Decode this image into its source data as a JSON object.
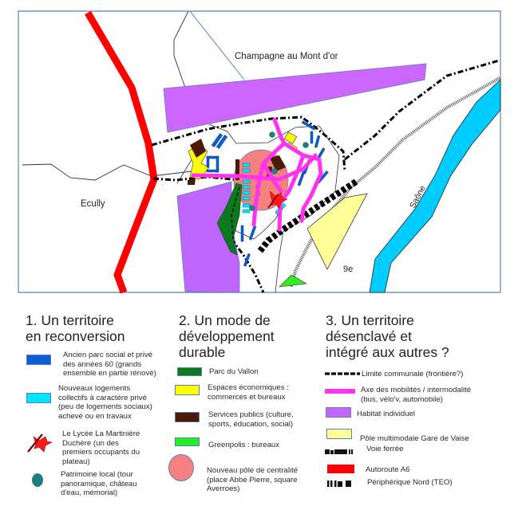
{
  "map": {
    "place_labels": {
      "champagne": "Champagne au Mont d'or",
      "ecully": "Ecully",
      "saone": "Saône",
      "arrondissement": "9e"
    }
  },
  "legend": {
    "section1": {
      "title_line1": "1. Un territoire",
      "title_line2": "en reconversion",
      "items": [
        {
          "symbol": "dark-blue-rect",
          "color": "#0b5ed7",
          "label_lines": [
            "Ancien parc social et privé",
            "des années 60 (grands",
            "ensemble en partie rénové)"
          ]
        },
        {
          "symbol": "cyan-rect",
          "color": "#00e5ff",
          "label_lines": [
            "Nouveaux logements",
            "collectifs à caractère privé",
            "(peu de logements sociaux)",
            "achevé ou en travaux"
          ]
        },
        {
          "symbol": "red-splat-icon",
          "color": "#ff1a1a",
          "label_lines": [
            "Le Lycée  La Martinière",
            "Duchère (un des",
            "premiers occupants du",
            "plateau)"
          ]
        },
        {
          "symbol": "teal-dot",
          "color": "#1f7f7f",
          "label_lines": [
            "Patrimoine local (tour",
            "panoramique, château",
            "d'eau, mémorial)"
          ]
        }
      ]
    },
    "section2": {
      "title_line1": "2. Un mode de",
      "title_line2": "développement",
      "title_line3": "durable",
      "items": [
        {
          "symbol": "green-rect",
          "color": "#0b7a1f",
          "label_lines": [
            "Parc du Vallon"
          ]
        },
        {
          "symbol": "yellow-rect",
          "color": "#ffff00",
          "label_lines": [
            "Espaces économiques :",
            "commerces et bureaux"
          ]
        },
        {
          "symbol": "brown-rect",
          "color": "#4a1a05",
          "label_lines": [
            "Services publics (culture,",
            "sports, éducation, social)"
          ]
        },
        {
          "symbol": "lime-rect",
          "color": "#22ee22",
          "label_lines": [
            "Greenpolis : bureaux"
          ]
        },
        {
          "symbol": "salmon-circle",
          "color": "#f48080",
          "label_lines": [
            "Nouveau pôle de centralité",
            "(place Abbé Pierre, square",
            "Averroes)"
          ]
        }
      ]
    },
    "section3": {
      "title_line1": "3. Un territoire",
      "title_line2": "désenclavé et",
      "title_line3": "intégré aux autres ?",
      "items": [
        {
          "symbol": "dashed-line",
          "color": "#000000",
          "label_lines": [
            "Limite communale (frontière?)"
          ]
        },
        {
          "symbol": "magenta-line",
          "color": "#ff33ee",
          "label_lines": [
            "Axe des mobilités / intermodalité",
            "(bus, vélo'v, automobile)"
          ]
        },
        {
          "symbol": "purple-rect",
          "color": "#c266ff",
          "label_lines": [
            "Habitat individuel"
          ]
        },
        {
          "symbol": "pale-yellow-rect",
          "color": "#ffff99",
          "label_lines": [
            "Pôle multimodale  Gare de Vaise"
          ]
        },
        {
          "symbol": "railway-line",
          "color": "#000000",
          "label_lines": [
            "Voie ferrée"
          ]
        },
        {
          "symbol": "red-bar",
          "color": "#ff0000",
          "label_lines": [
            "Autoroute A6"
          ]
        },
        {
          "symbol": "block-line",
          "color": "#000000",
          "label_lines": [
            "Périphérique Nord (TEO)"
          ]
        }
      ]
    }
  }
}
